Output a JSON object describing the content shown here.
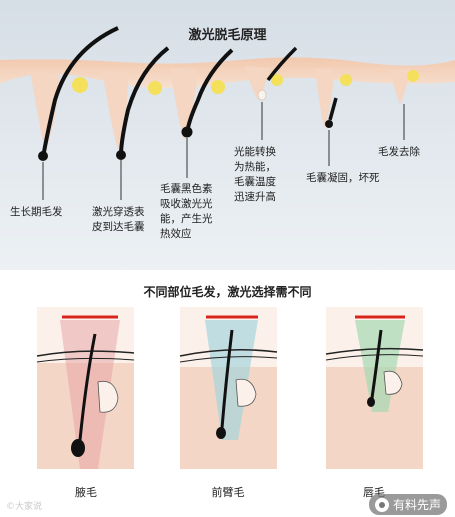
{
  "top": {
    "title": "激光脱毛原理",
    "captions": [
      "生长期毛发",
      "激光穿透表\n皮到达毛囊",
      "毛囊黑色素\n吸收激光光\n能，产生光\n热效应",
      "光能转换\n为热能，\n毛囊温度\n迅速升高",
      "毛囊凝固，坏死",
      "毛发去除"
    ]
  },
  "bottom": {
    "title": "不同部位毛发，激光选择需不同",
    "panels": [
      {
        "label": "腋毛",
        "beam_color": "#e8a6a6"
      },
      {
        "label": "前臂毛",
        "beam_color": "#9fd4dd"
      },
      {
        "label": "唇毛",
        "beam_color": "#a5d9b2"
      }
    ]
  },
  "watermarks": {
    "left": "©大家说",
    "right": "有料先声"
  },
  "colors": {
    "top_background": "#dfe6ec",
    "skin_upper": "#f0c7a9",
    "skin_lower": "#f7dfcf",
    "hair": "#111111",
    "laser_red": "#d9261c"
  }
}
